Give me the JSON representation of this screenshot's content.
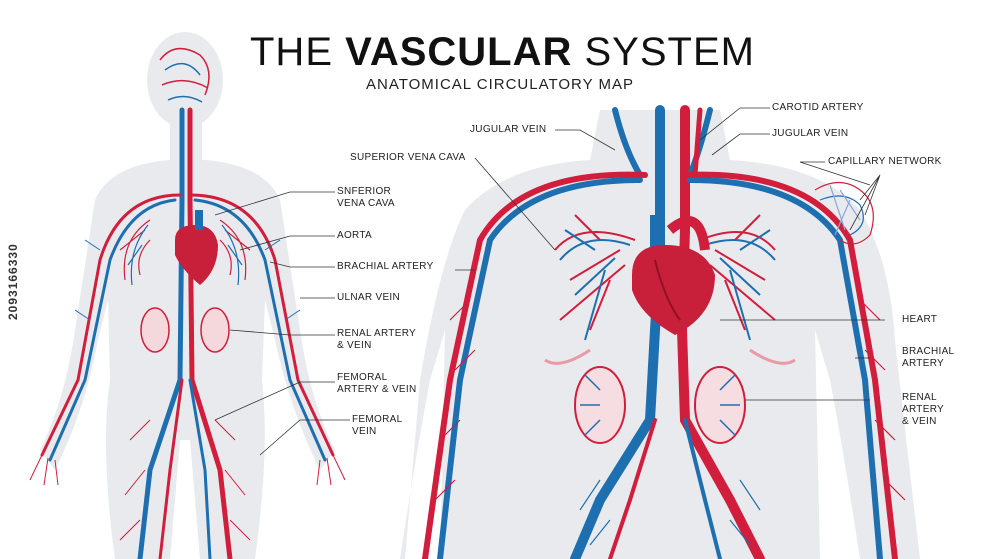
{
  "title": {
    "part1": "THE ",
    "part2": "VASCULAR",
    "part3": " SYSTEM"
  },
  "subtitle": "ANATOMICAL CIRCULATORY MAP",
  "stock_id": "2093166330",
  "colors": {
    "artery": "#d11e3c",
    "vein": "#1e6fb0",
    "silhouette": "#e6e8ec",
    "heart": "#c81f3a",
    "text": "#222222"
  },
  "left_labels": {
    "inferior_vena_cava": "SNFERIOR\nVENA CAVA",
    "aorta": "AORTA",
    "brachial_artery": "BRACHIAL ARTERY",
    "ulnar_vein": "ULNAR VEIN",
    "renal": "RENAL ARTERY\n& VEIN",
    "femoral_artery_vein": "FEMORAL\nARTERY & VEIN",
    "femoral_vein": "FEMORAL\nVEIN"
  },
  "right_labels": {
    "jugular_vein_left": "JUGULAR VEIN",
    "superior_vena_cava": "SUPERIOR VENA CAVA",
    "carotid_artery": "CAROTID ARTERY",
    "jugular_vein_right": "JUGULAR VEIN",
    "capillary_network": "CAPILLARY NETWORK",
    "heart": "HEART",
    "brachial_artery": "BRACHIAL\nARTERY",
    "renal": "RENAL\nARTERY\n& VEIN"
  }
}
